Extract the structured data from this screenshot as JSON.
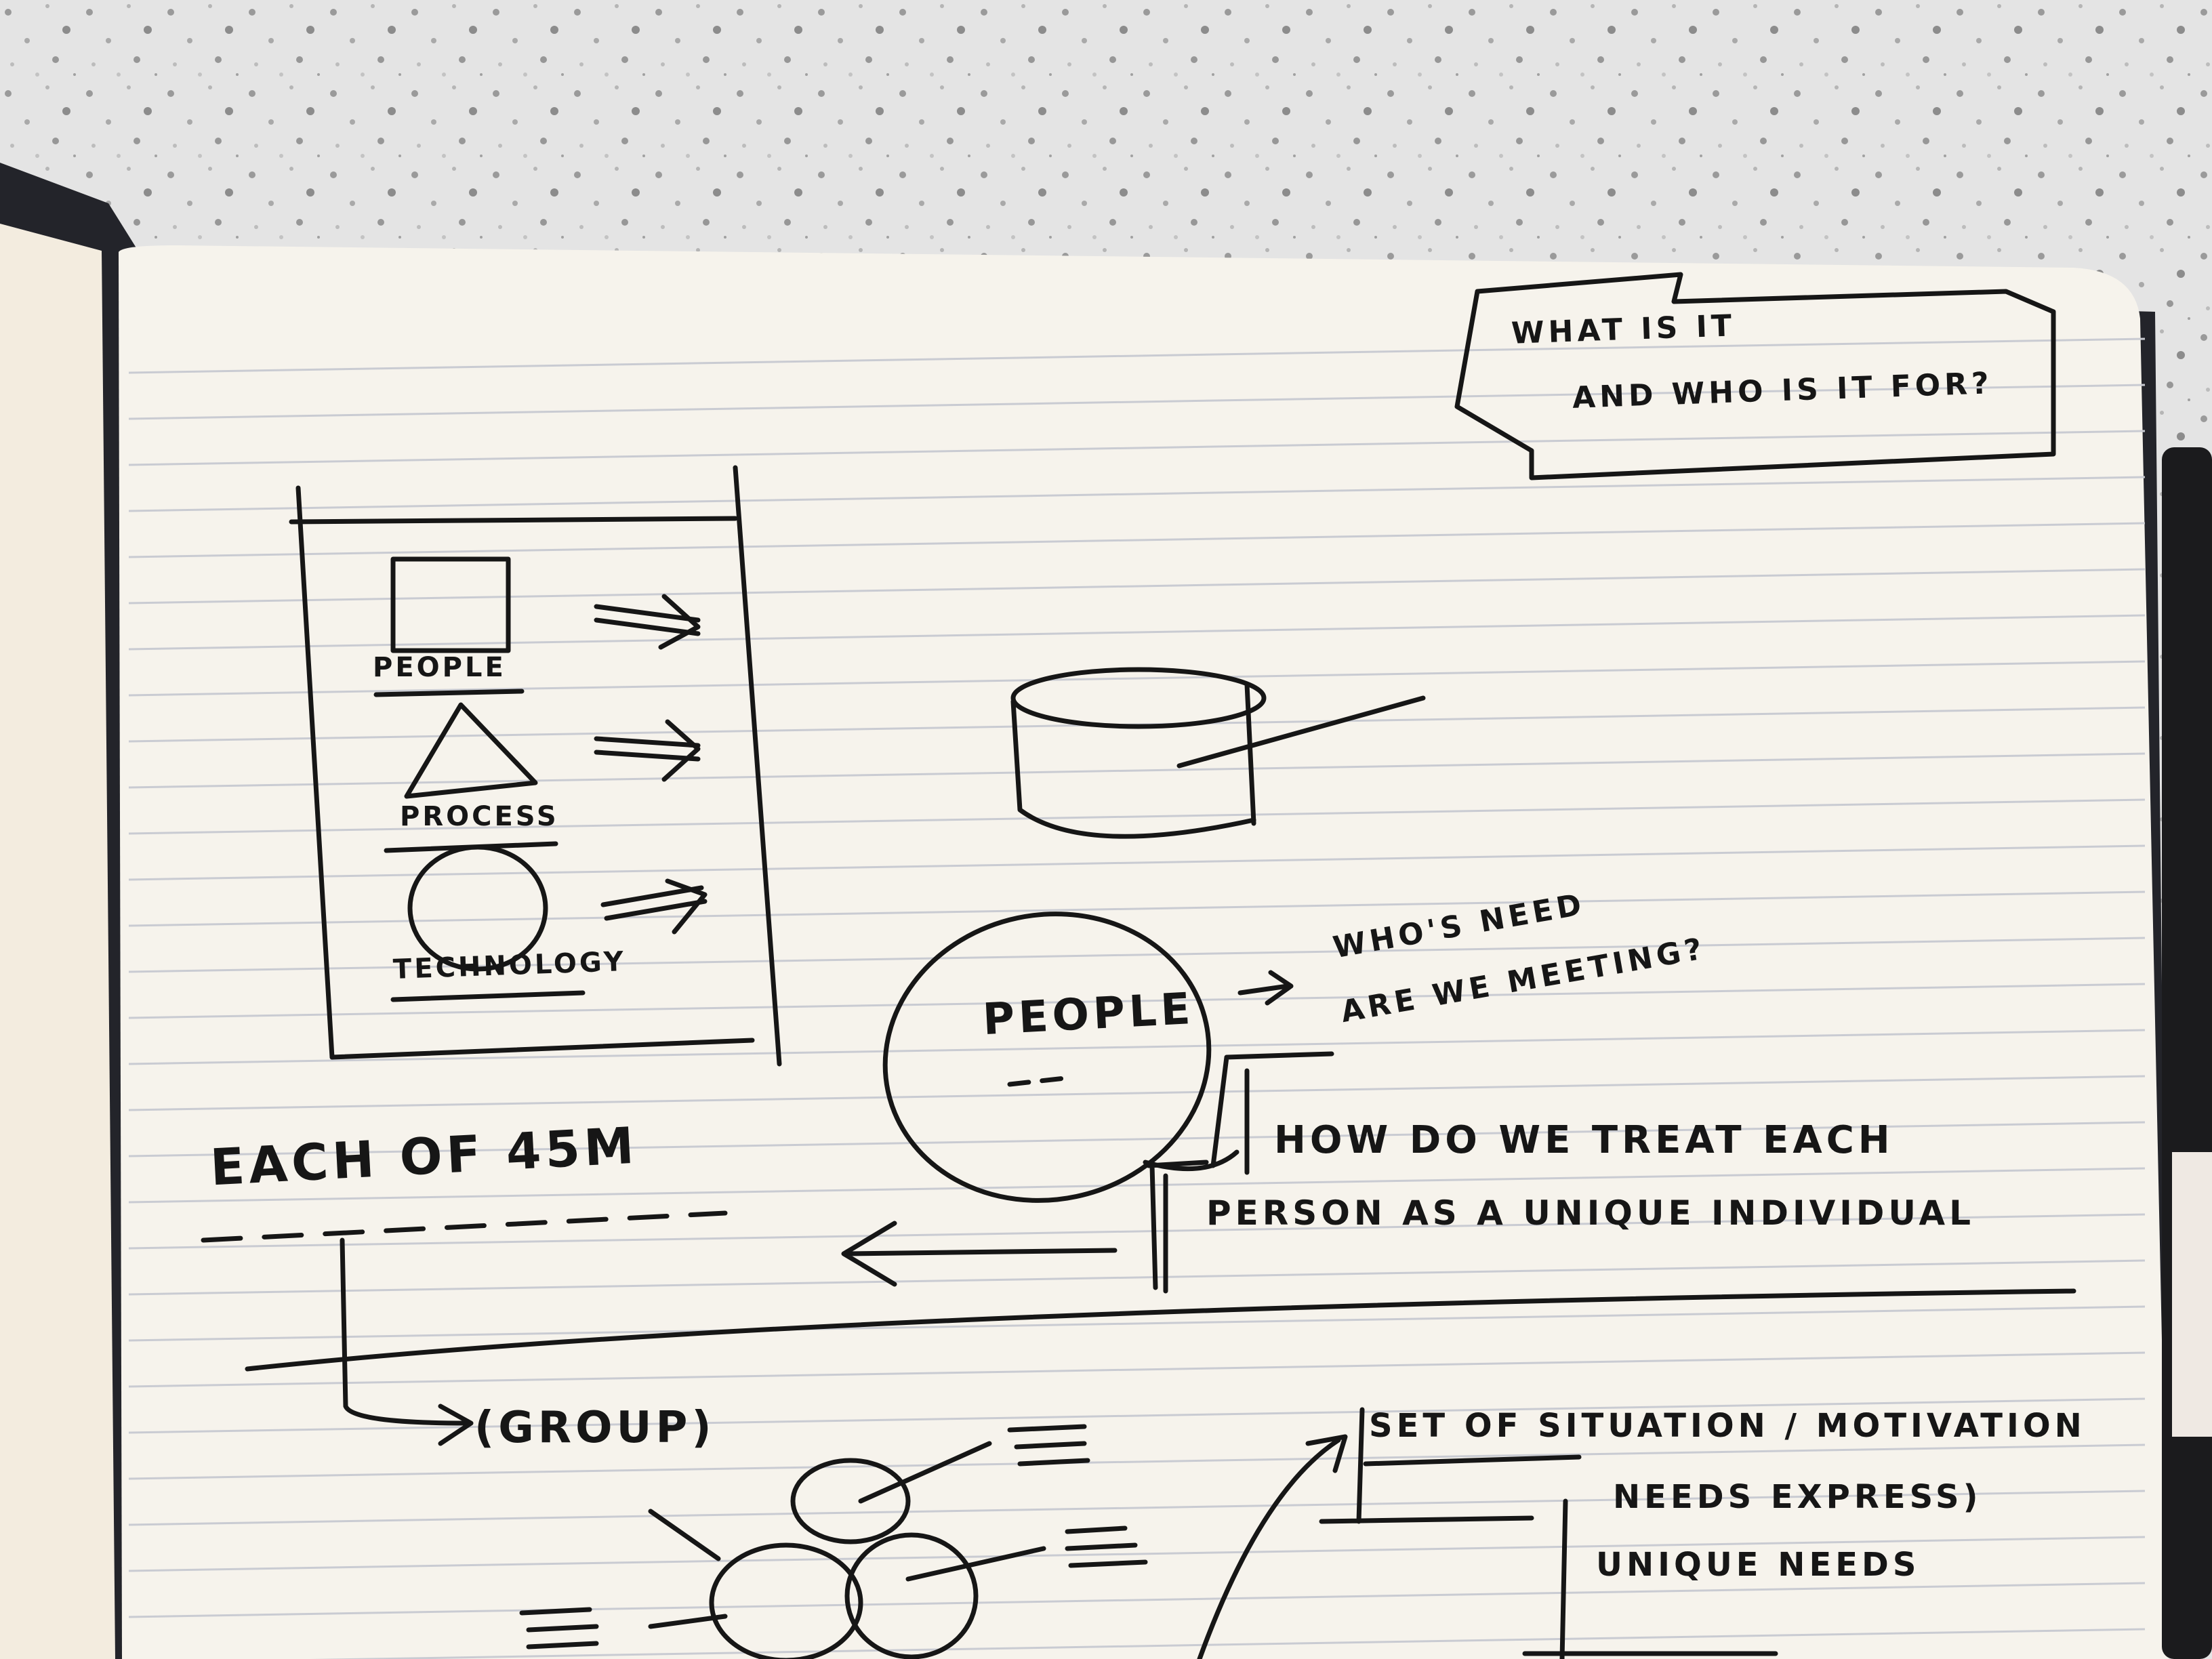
{
  "notes": {
    "title_line1": "WHAT IS IT",
    "title_line2": "AND WHO IS IT FOR?",
    "people_label": "PEOPLE",
    "process_label": "PROCESS",
    "technology_label": "TECHNOLOGY",
    "people_circle": "PEOPLE",
    "question_line1": "WHO'S NEED",
    "question_line2": "ARE WE MEETING?",
    "how_line1": "HOW DO WE TREAT EACH",
    "how_line2": "PERSON AS A UNIQUE INDIVIDUAL",
    "each_of": "EACH OF 45M",
    "group": "(GROUP)",
    "set_of": "SET OF SITUATION / MOTIVATION",
    "needs_expressed": "NEEDS EXPRESS)",
    "unique_needs": "UNIQUE NEEDS"
  },
  "colors": {
    "ink": "#161616",
    "paper": "#f6f3ec",
    "countertop": "#e3e3e3",
    "left_page": "#f3ecdf",
    "rule_line": "#c9cbd2",
    "notebook_cover": "#23242a"
  }
}
